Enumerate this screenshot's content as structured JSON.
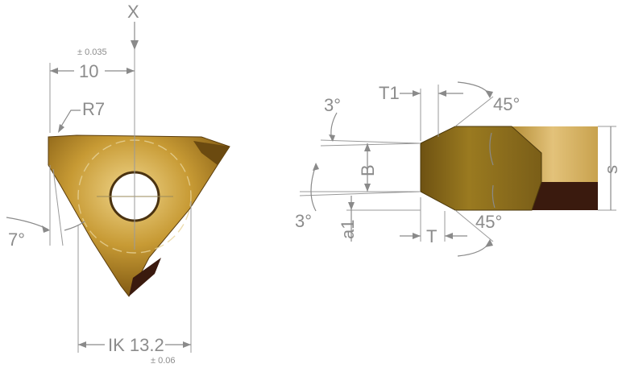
{
  "left_view": {
    "x_label": "X",
    "tol_top": "± 0.035",
    "dim_width": "10",
    "radius": "R7",
    "angle": "7°",
    "ik": "IK 13.2",
    "tol_bottom": "± 0.06"
  },
  "right_view": {
    "t1": "T1",
    "angle_top_small": "3°",
    "angle_top_large": "45°",
    "b": "B",
    "s": "s",
    "angle_bottom_small": "3°",
    "a1": "a1",
    "t": "T",
    "angle_bottom_large": "45°"
  },
  "colors": {
    "gold": "#b8902a",
    "gold_dark": "#7a5a14",
    "gold_light": "#e7c77a",
    "shadow": "#3a1a0e",
    "dimension": "#8a8a8a"
  }
}
